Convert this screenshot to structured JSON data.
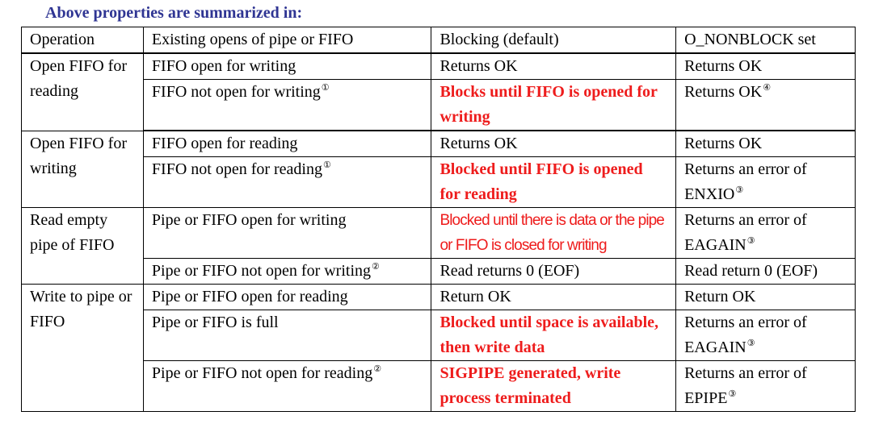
{
  "heading": "Above properties are summarized in:",
  "colors": {
    "heading": "#2f3593",
    "emphasis": "#ee1c1c",
    "border": "#000000"
  },
  "columns": {
    "operation": "Operation",
    "existing": "Existing opens of pipe or FIFO",
    "blocking": "Blocking (default)",
    "nonblock": "O_NONBLOCK set"
  },
  "groups": [
    {
      "operation": "Open FIFO for reading",
      "rows": [
        {
          "existing": "FIFO open for writing",
          "existing_note": "",
          "blocking": "Returns OK",
          "nonblock": "Returns OK",
          "nonblock_note": ""
        },
        {
          "existing": "FIFO not open for writing",
          "existing_note": "①",
          "blocking": "Blocks until FIFO is opened for writing",
          "nonblock": "Returns OK",
          "nonblock_note": "④"
        }
      ]
    },
    {
      "operation": "Open FIFO for writing",
      "rows": [
        {
          "existing": "FIFO open for reading",
          "existing_note": "",
          "blocking": "Returns OK",
          "nonblock": "Returns OK",
          "nonblock_note": ""
        },
        {
          "existing": "FIFO not open for reading",
          "existing_note": "①",
          "blocking": "Blocked until FIFO is opened for reading",
          "nonblock": "Returns an error of ENXIO",
          "nonblock_note": "③"
        }
      ]
    },
    {
      "operation": "Read empty pipe of FIFO",
      "rows": [
        {
          "existing": "Pipe or FIFO open for writing",
          "existing_note": "",
          "blocking": "Blocked until there is data or the pipe or FIFO is closed for writing",
          "nonblock": "Returns an error of EAGAIN",
          "nonblock_note": "③"
        },
        {
          "existing": "Pipe or FIFO not open for writing",
          "existing_note": "②",
          "blocking": "Read returns 0 (EOF)",
          "nonblock": "Read return 0 (EOF)",
          "nonblock_note": ""
        }
      ]
    },
    {
      "operation": "Write to pipe or FIFO",
      "rows": [
        {
          "existing": "Pipe or FIFO open for reading",
          "existing_note": "",
          "blocking": "Return OK",
          "nonblock": "Return OK",
          "nonblock_note": ""
        },
        {
          "existing": "Pipe or FIFO is full",
          "existing_note": "",
          "blocking": "Blocked until space is available, then write data",
          "nonblock": "Returns an error of EAGAIN",
          "nonblock_note": "③"
        },
        {
          "existing": "Pipe or FIFO not open for reading",
          "existing_note": "②",
          "blocking": "SIGPIPE generated, write process terminated",
          "nonblock": "Returns an error of EPIPE",
          "nonblock_note": "③"
        }
      ]
    }
  ]
}
